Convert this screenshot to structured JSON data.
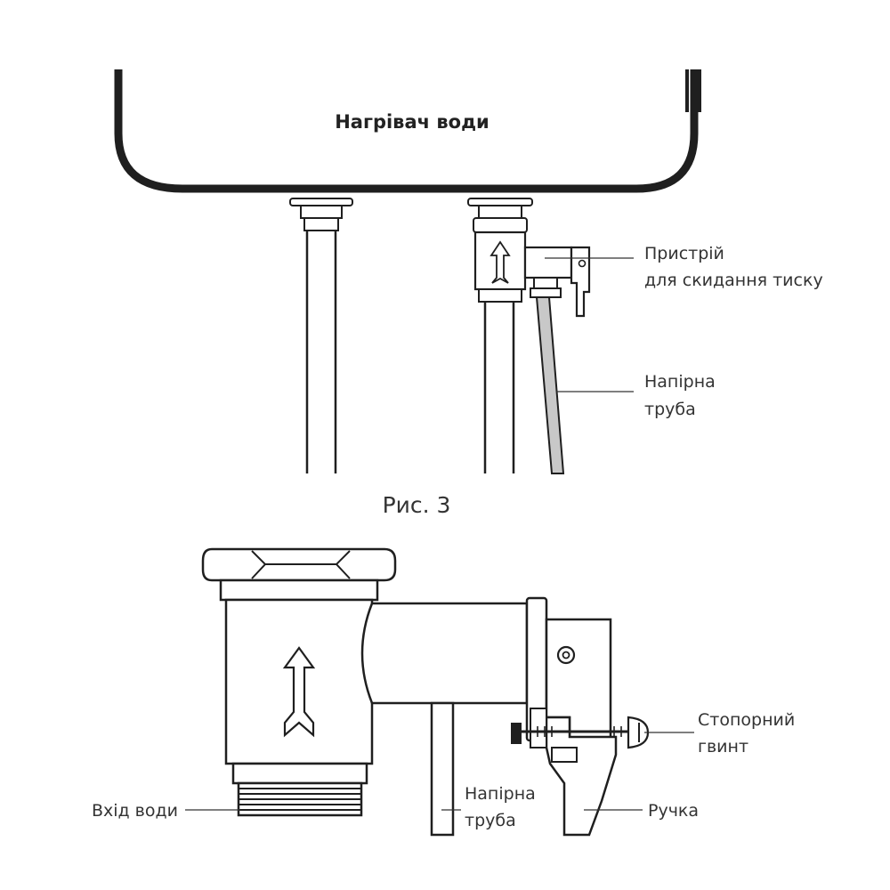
{
  "figure1": {
    "title": "Нагрівач води",
    "labels": {
      "pressure_device_line1": "Пристрій",
      "pressure_device_line2": "для скидання тиску",
      "pressure_pipe_line1": "Напірна",
      "pressure_pipe_line2": "труба"
    }
  },
  "caption": "Рис. 3",
  "figure2": {
    "labels": {
      "stop_screw_line1": "Стопорний",
      "stop_screw_line2": "гвинт",
      "water_inlet": "Вхід води",
      "pressure_pipe_line1": "Напірна",
      "pressure_pipe_line2": "труба",
      "handle": "Ручка"
    }
  },
  "colors": {
    "line": "#1f1f1f",
    "text": "#333333",
    "hose_fill": "#c8c8c8",
    "background": "#ffffff"
  },
  "icons": [
    "arrow-up-icon"
  ]
}
